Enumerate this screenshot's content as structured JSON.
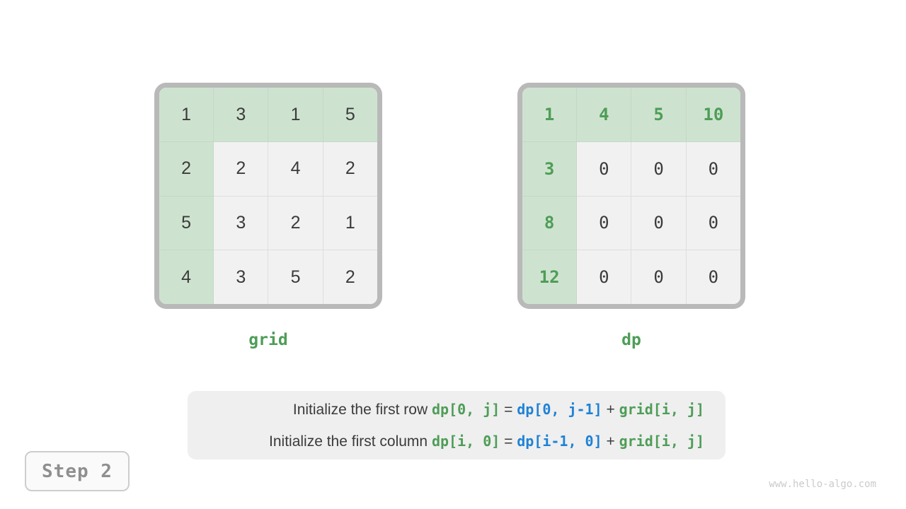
{
  "grids": [
    {
      "name": "grid",
      "label": "grid",
      "rows": [
        [
          "1",
          "3",
          "1",
          "5"
        ],
        [
          "2",
          "2",
          "4",
          "2"
        ],
        [
          "5",
          "3",
          "2",
          "1"
        ],
        [
          "4",
          "3",
          "5",
          "2"
        ]
      ],
      "highlight": "first-row-and-column",
      "number_style": "sans",
      "highlight_text_green": false
    },
    {
      "name": "dp",
      "label": "dp",
      "rows": [
        [
          "1",
          "4",
          "5",
          "10"
        ],
        [
          "3",
          "0",
          "0",
          "0"
        ],
        [
          "8",
          "0",
          "0",
          "0"
        ],
        [
          "12",
          "0",
          "0",
          "0"
        ]
      ],
      "highlight": "first-row-and-column",
      "number_style": "mono",
      "highlight_text_green": true
    }
  ],
  "caption": {
    "lines": [
      {
        "segments": [
          {
            "text": "Initialize the first row ",
            "style": "plain"
          },
          {
            "text": "dp[0, j]",
            "style": "green"
          },
          {
            "text": " = ",
            "style": "plain"
          },
          {
            "text": "dp[0, j-1]",
            "style": "blue"
          },
          {
            "text": " + ",
            "style": "plain"
          },
          {
            "text": "grid[i, j]",
            "style": "green"
          }
        ]
      },
      {
        "segments": [
          {
            "text": "Initialize the first column ",
            "style": "plain"
          },
          {
            "text": "dp[i, 0]",
            "style": "green"
          },
          {
            "text": " = ",
            "style": "plain"
          },
          {
            "text": "dp[i-1, 0]",
            "style": "blue"
          },
          {
            "text": " + ",
            "style": "plain"
          },
          {
            "text": "grid[i, j]",
            "style": "green"
          }
        ]
      }
    ]
  },
  "step": {
    "label": "Step 2"
  },
  "watermark": "www.hello-algo.com",
  "colors": {
    "green_text": "#4e9d57",
    "blue_text": "#1f82d6",
    "green_cell_bg": "#cee3cf",
    "gray_cell_bg": "#f1f1f2",
    "dark_text": "#3b3b3b",
    "frame_border": "#b9b9b9",
    "caption_bg": "#efefef",
    "step_text": "#8f8f8f",
    "watermark_text": "#cbcbcb"
  }
}
